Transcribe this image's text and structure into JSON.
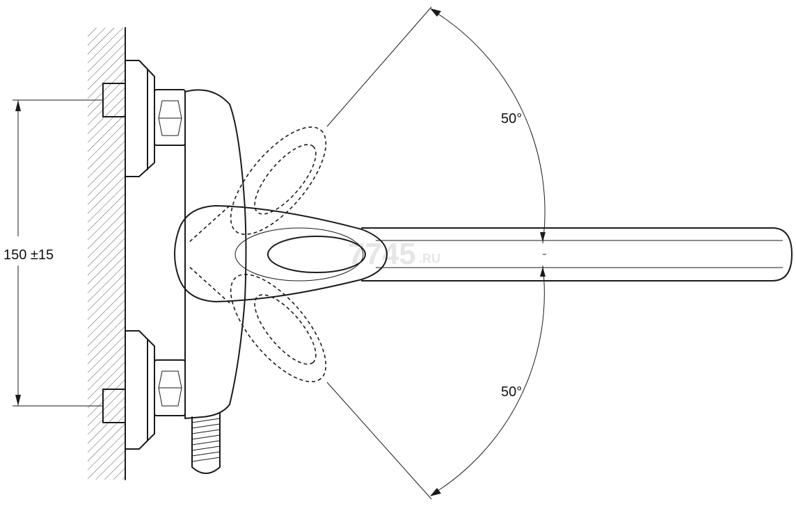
{
  "dimensions": {
    "mount_spacing": "150 ±15",
    "swing_angle_upper": "50°",
    "swing_angle_lower": "50°"
  },
  "watermark": {
    "main": "7745",
    "suffix": ".RU"
  },
  "colors": {
    "line": "#1a1a1a",
    "hatch": "#555555",
    "watermark": "#e6e6e6"
  }
}
